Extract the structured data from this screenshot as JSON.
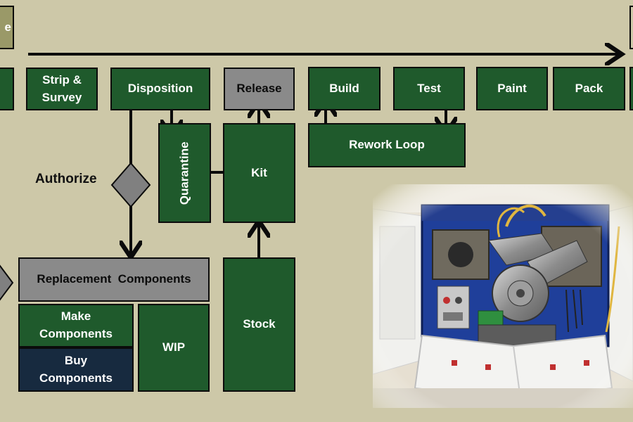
{
  "top_left_partial": "e",
  "steps": {
    "strip_survey": "Strip &\nSurvey",
    "disposition": "Disposition",
    "release": "Release",
    "build": "Build",
    "test": "Test",
    "paint": "Paint",
    "pack": "Pack"
  },
  "quarantine": "Quarantine",
  "kit": "Kit",
  "rework_loop": "Rework Loop",
  "authorize": "Authorize",
  "replacement_components": "Replacement  Components",
  "make_components": "Make\nComponents",
  "buy_components": "Buy\nComponents",
  "wip": "WIP",
  "stock": "Stock",
  "photo": {
    "subject": "test-stand-machine"
  },
  "colors": {
    "background": "#cdc8a8",
    "box_green": "#1f5a2c",
    "box_gray": "#8a8a8a",
    "box_navy": "#172a3f",
    "box_olive": "#9a9968"
  }
}
